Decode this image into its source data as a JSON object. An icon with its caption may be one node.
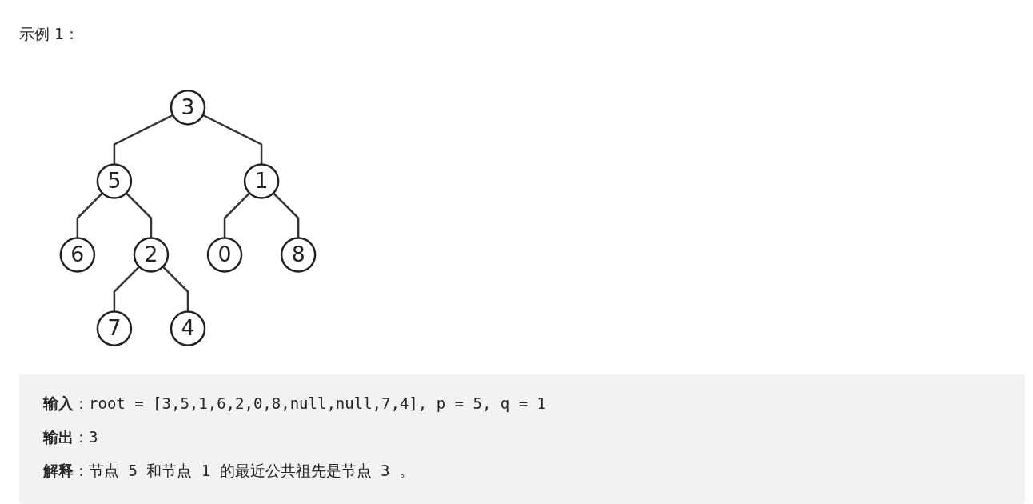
{
  "diagram": {
    "title": "示例 1：",
    "nodes": [
      {
        "text": [
          "3"
        ]
      },
      {
        "text": [
          "5"
        ]
      },
      {
        "text": [
          "1"
        ]
      },
      {
        "text": [
          "6"
        ]
      },
      {
        "text": [
          "2"
        ]
      },
      {
        "text": [
          "0"
        ]
      },
      {
        "text": [
          "8"
        ]
      },
      {
        "text": [
          "7"
        ]
      },
      {
        "text": [
          "4"
        ]
      }
    ],
    "edges": [
      {
        "from": 0,
        "to": 1,
        "arrow": "none"
      },
      {
        "from": 0,
        "to": 2,
        "arrow": "none"
      },
      {
        "from": 1,
        "to": 3,
        "arrow": "none"
      },
      {
        "from": 1,
        "to": 4,
        "arrow": "none"
      },
      {
        "from": 2,
        "to": 5,
        "arrow": "none"
      },
      {
        "from": 2,
        "to": 6,
        "arrow": "none"
      },
      {
        "from": 4,
        "to": 7,
        "arrow": "none"
      },
      {
        "from": 4,
        "to": 8,
        "arrow": "none"
      }
    ],
    "labels": [
      "**输入**：root = [3,5,1,6,2,0,8,null,null,7,4], p = 5, q = 1",
      "**输出**：3",
      "**解释**：节点 5 和节点 1 的最近公共祖先是节点 3 。"
    ]
  }
}
